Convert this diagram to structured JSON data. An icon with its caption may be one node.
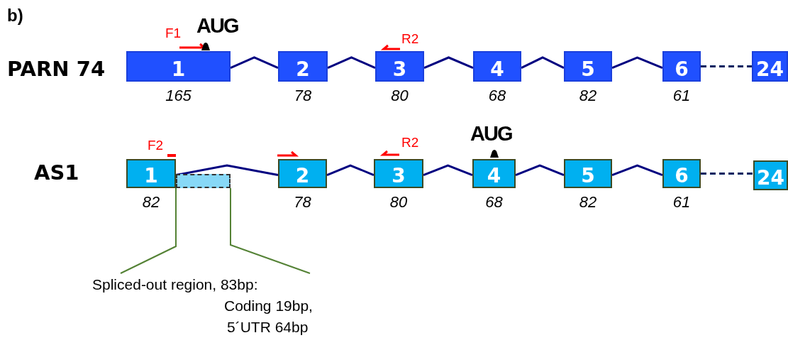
{
  "diagram": {
    "nodes": [
      {
        "text": [
          "1"
        ],
        "beside": [
          "165"
        ]
      },
      {
        "text": [
          "2"
        ],
        "beside": [
          "78"
        ]
      },
      {
        "text": [
          "3"
        ],
        "beside": [
          "80"
        ]
      },
      {
        "text": [
          "4"
        ],
        "beside": [
          "68"
        ]
      },
      {
        "text": [
          "5"
        ],
        "beside": [
          "82"
        ]
      },
      {
        "text": [
          "6"
        ],
        "beside": [
          "61"
        ]
      },
      {
        "text": [
          "24"
        ]
      },
      {
        "text": [
          "1"
        ],
        "beside": [
          "82"
        ]
      },
      {
        "text": [
          "2"
        ],
        "beside": [
          "78"
        ]
      },
      {
        "text": [
          "3"
        ],
        "beside": [
          "80"
        ]
      },
      {
        "text": [
          "4"
        ],
        "beside": [
          "68"
        ]
      },
      {
        "text": [
          "5"
        ],
        "beside": [
          "82"
        ]
      },
      {
        "text": [
          "6"
        ],
        "beside": [
          "61"
        ]
      },
      {
        "text": [
          "24"
        ]
      },
      {
        "text": [],
        "shape": "box"
      },
      {
        "text": [
          "Spliced-out region, 83bp:",
          "Coding 19bp,",
          "5´UTR 64bp"
        ]
      }
    ],
    "edges": [
      {
        "from": 0,
        "to": 1,
        "arrow": "none"
      },
      {
        "from": 1,
        "to": 2,
        "arrow": "none"
      },
      {
        "from": 2,
        "to": 3,
        "arrow": "none"
      },
      {
        "from": 3,
        "to": 4,
        "arrow": "none"
      },
      {
        "from": 4,
        "to": 5,
        "arrow": "none"
      },
      {
        "from": 5,
        "to": 6,
        "arrow": "none",
        "style": "dashed",
        "color": "#002060"
      },
      {
        "from": 7,
        "to": 8,
        "arrow": "none"
      },
      {
        "from": 8,
        "to": 9,
        "arrow": "none"
      },
      {
        "from": 9,
        "to": 10,
        "arrow": "none"
      },
      {
        "from": 10,
        "to": 11,
        "arrow": "none"
      },
      {
        "from": 11,
        "to": 12,
        "arrow": "none"
      },
      {
        "from": 12,
        "to": 13,
        "arrow": "none",
        "style": "dashed",
        "color": "#002060"
      },
      {
        "from": 14,
        "to": 15,
        "arrow": "none",
        "color": "#548235"
      },
      {
        "from": 14,
        "to": 15,
        "arrow": "none",
        "color": "#548235"
      }
    ],
    "labels": [
      "b)",
      "F1",
      "AUG",
      "R2",
      "PARN 74",
      "F2",
      "AUG",
      "R2",
      "AS1"
    ]
  }
}
